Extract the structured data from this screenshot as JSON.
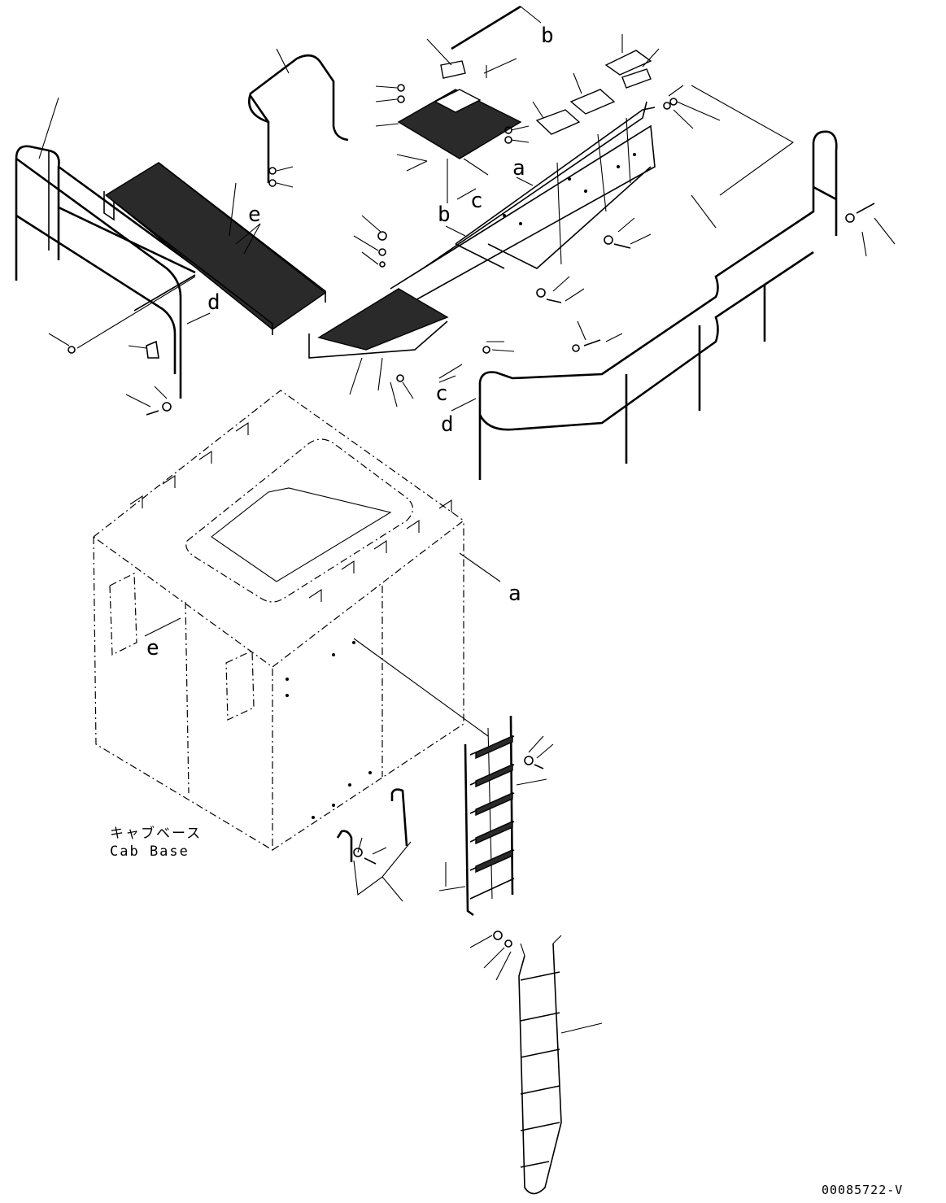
{
  "labels": {
    "a": "a",
    "b": "b",
    "c": "c",
    "d": "d",
    "e": "e"
  },
  "cab_base": {
    "japanese": "キャブベース",
    "english": "Cab Base"
  },
  "drawing_code": "00085722-V"
}
